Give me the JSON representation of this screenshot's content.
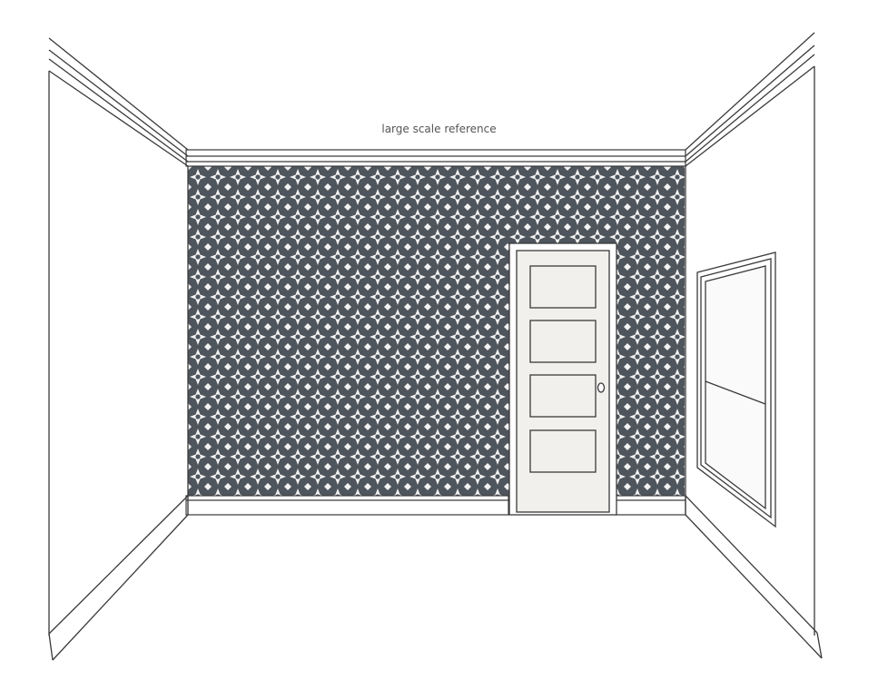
{
  "caption": "large scale reference",
  "colors": {
    "wallpaper_ground": "#4f555d",
    "wallpaper_motif": "#f2f2f2",
    "door_fill": "#f1f0ed",
    "line": "#3a3a3a"
  },
  "scene": {
    "type": "room elevation line drawing",
    "wallpaper": "geometric star tile pattern on back wall",
    "door": "four-panel door with round knob",
    "window": "window on right wall"
  }
}
